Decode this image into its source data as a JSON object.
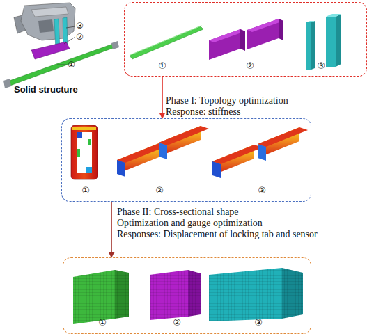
{
  "diagram": {
    "nodes": [
      {
        "text": [
          "①",
          "②",
          "③"
        ]
      },
      {
        "text": [
          "①",
          "②",
          "③"
        ]
      },
      {
        "text": [
          "①",
          "②",
          "③"
        ]
      }
    ],
    "edges": [
      {
        "from": 0,
        "to": 1,
        "arrow": "to",
        "label": "Phase I: Topology optimization"
      },
      {
        "from": 1,
        "to": 2,
        "arrow": "to",
        "label": "Phase II: Cross-sectional shape Optimization and gauge optimization"
      }
    ],
    "labels": [
      "③",
      "②",
      "①",
      "Solid structure",
      "Response: stiffness",
      "Responses: Displacement of locking tab and sensor"
    ]
  }
}
